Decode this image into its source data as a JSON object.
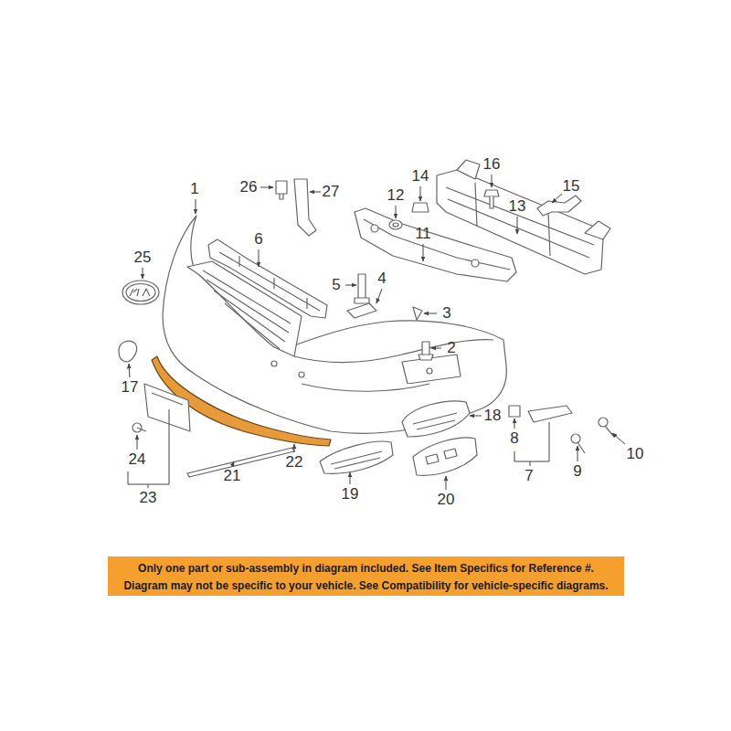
{
  "diagram": {
    "nodes": [
      {
        "text": [
          "Only one part or sub-assembly in diagram included. See Item Specifics for Reference #. Diagram may not be specific to your vehicle. See Compatibility for vehicle-specific diagrams."
        ]
      }
    ],
    "labels": [
      "1",
      "26",
      "27",
      "16",
      "14",
      "12",
      "13",
      "15",
      "11",
      "6",
      "5",
      "4",
      "3",
      "2",
      "25",
      "17",
      "18",
      "8",
      "10",
      "7",
      "9",
      "24",
      "23",
      "22",
      "21",
      "19",
      "20"
    ]
  }
}
